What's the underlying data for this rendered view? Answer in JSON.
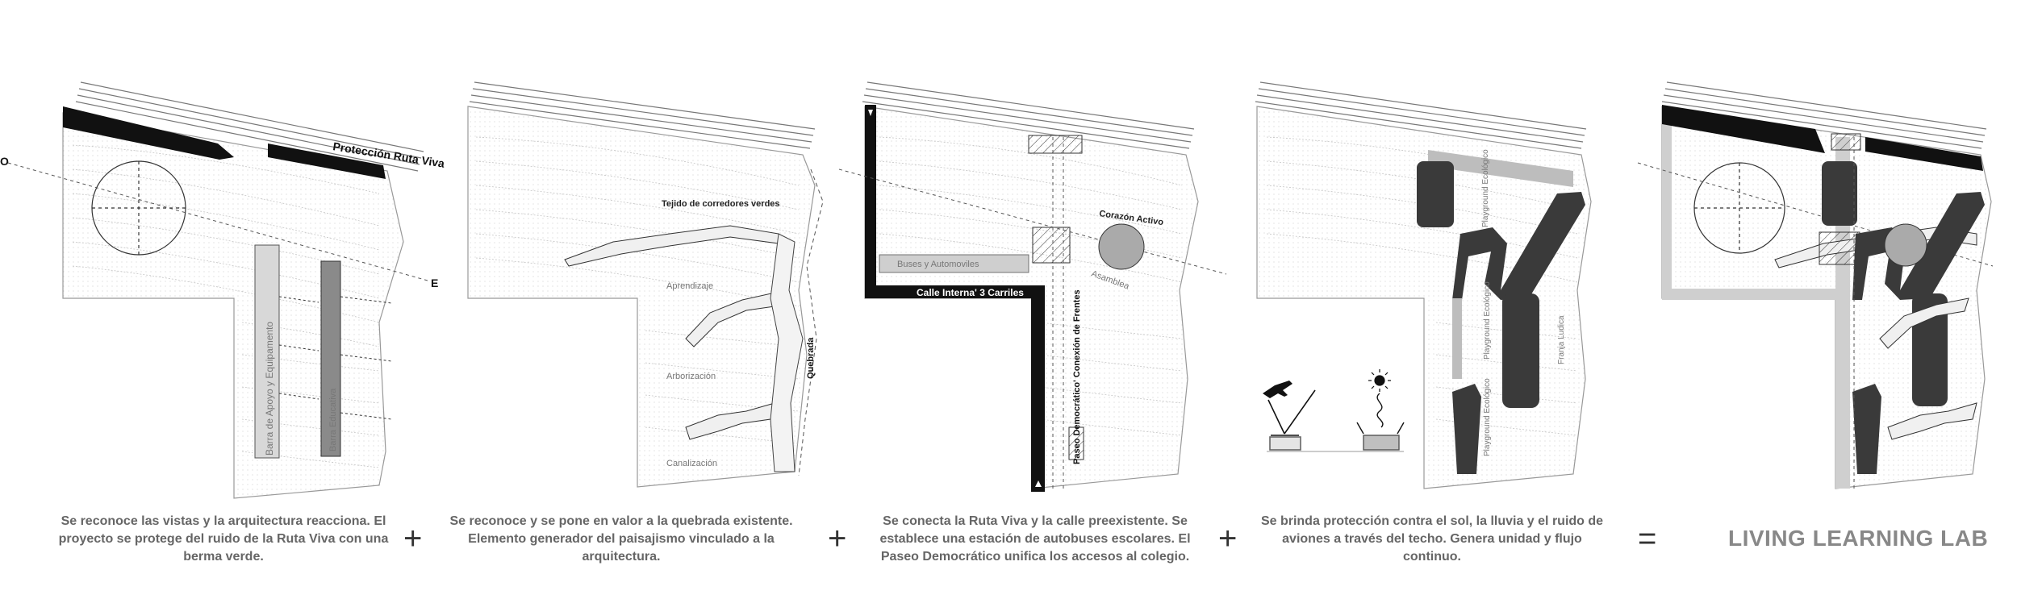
{
  "panel1": {
    "label_ruta_viva": "Protección Ruta Viva",
    "label_barra_apoyo": "Barra de Apoyo y Equipamento",
    "label_barra_educativa": "Barra Educativa",
    "axis_o": "O",
    "axis_e": "E",
    "caption": "Se reconoce las vistas y la arquitectura reacciona. El proyecto se protege del ruido de la Ruta Viva con una berma verde."
  },
  "panel2": {
    "label_tejido": "Tejido de corredores verdes",
    "label_aprendizaje": "Aprendizaje",
    "label_arborizacion": "Arborización",
    "label_canalizacion": "Canalización",
    "label_quebrada": "Quebrada",
    "caption": "Se reconoce y se pone en valor a la quebrada existente. Elemento generador del paisajismo vinculado a la arquitectura."
  },
  "panel3": {
    "label_buses": "Buses y Automoviles",
    "label_calle": "Calle Interna' 3 Carriles",
    "label_paseo": "Paseo Democrático' Conexión de Frentes",
    "label_corazon": "Corazón Activo",
    "label_asamblea": "Asamblea",
    "caption": "Se conecta la Ruta Viva y la calle preexistente. Se establece una estación de autobuses escolares. El Paseo Democrático unifica los accesos al colegio."
  },
  "panel4": {
    "label_playground_1": "Playground Ecológico",
    "label_playground_2": "Playground Ecológico",
    "label_playground_3": "Playground Ecológico",
    "label_franja": "Franja Ludica",
    "caption": "Se brinda protección contra el sol, la lluvia y el ruido de aviones a través del techo. Genera unidad y flujo continuo."
  },
  "operators": {
    "plus1": "+",
    "plus2": "+",
    "plus3": "+",
    "equals": "="
  },
  "result_title": "LIVING LEARNING LAB",
  "colors": {
    "black": "#111111",
    "dark_bar": "#3a3a3a",
    "light_bar": "#cfcfcf",
    "contour": "#b5b5b5"
  }
}
